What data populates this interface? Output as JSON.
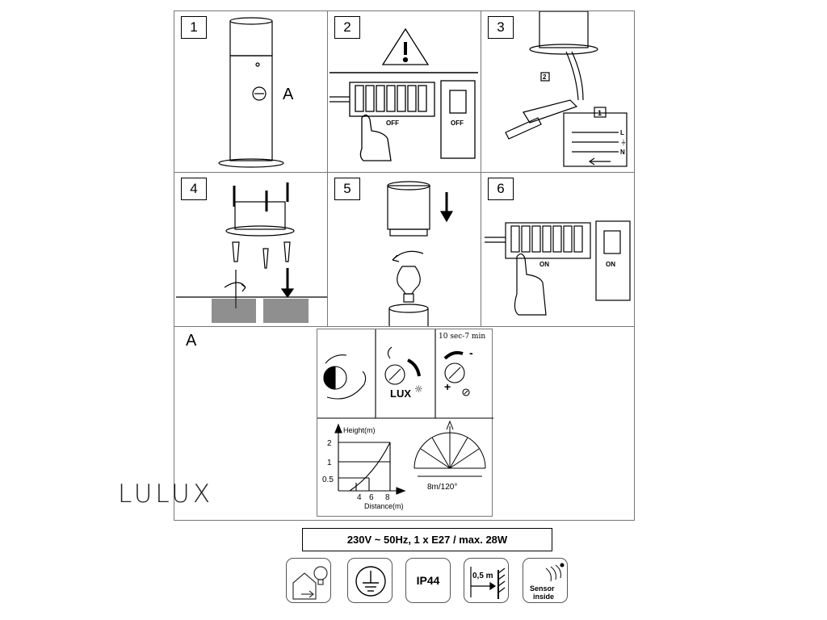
{
  "steps": [
    {
      "number": "1",
      "letter": "A"
    },
    {
      "number": "2",
      "left_label": "OFF",
      "right_label": "OFF"
    },
    {
      "number": "3",
      "mini_number_1": "2",
      "mini_number_2": "1",
      "terminal_labels": [
        "L",
        "⏚",
        "N"
      ]
    },
    {
      "number": "4"
    },
    {
      "number": "5"
    },
    {
      "number": "6",
      "left_label": "ON",
      "right_label": "ON"
    }
  ],
  "section_a": {
    "letter": "A"
  },
  "sensor": {
    "time_range": "10 sec-7 min",
    "lux_label": "LUX",
    "plus": "+",
    "minus": "-",
    "height_label": "Height(m)",
    "distance_label": "Distance(m)",
    "y_ticks": [
      "2",
      "1",
      "0.5"
    ],
    "x_ticks": [
      "4",
      "6",
      "8"
    ],
    "angle_label": "8m/120°"
  },
  "brand": "LULUX",
  "spec_text": "230V ~ 50Hz, 1 x E27 / max. 28W",
  "icons": [
    {
      "name": "outdoor-lamp-icon"
    },
    {
      "name": "earth-ground-icon"
    },
    {
      "name": "ip44-icon",
      "text": "IP44"
    },
    {
      "name": "distance-icon",
      "text": "0,5 m"
    },
    {
      "name": "sensor-inside-icon",
      "text_line1": "Sensor",
      "text_line2": "inside"
    }
  ],
  "colors": {
    "line": "#000000",
    "frame": "#777777"
  }
}
